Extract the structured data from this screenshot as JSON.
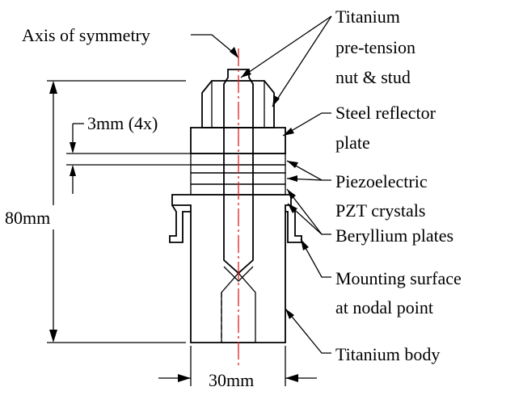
{
  "labels": {
    "axis": "Axis of symmetry",
    "titanium_nut_1": "Titanium",
    "titanium_nut_2": "pre-tension",
    "titanium_nut_3": "nut & stud",
    "steel_1": "Steel reflector",
    "steel_2": "plate",
    "piezo_1": "Piezoelectric",
    "piezo_2": "PZT crystals",
    "beryllium": "Beryllium plates",
    "mount_1": "Mounting surface",
    "mount_2": "at nodal point",
    "body": "Titanium body"
  },
  "dimensions": {
    "thickness": "3mm (4x)",
    "height": "80mm",
    "width": "30mm"
  },
  "colors": {
    "line": "#000000",
    "axis": "#e02020",
    "nut_fill": "#555555",
    "speckle": "#bfbfbf"
  }
}
